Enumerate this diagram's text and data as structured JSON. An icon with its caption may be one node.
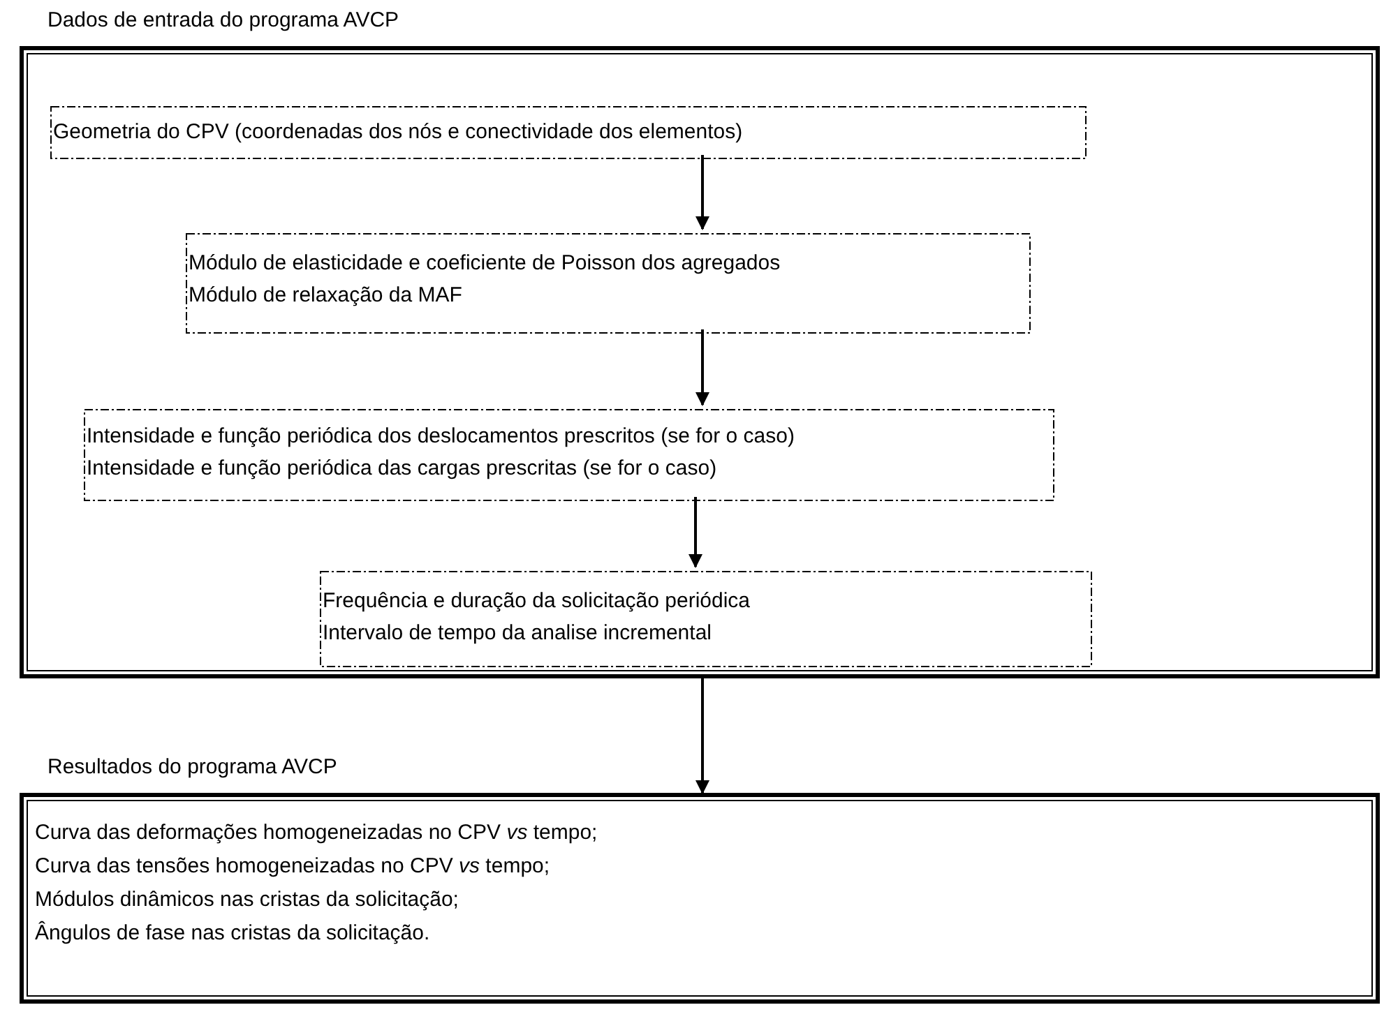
{
  "diagram": {
    "nodes": [
      {
        "text": [
          "Dados de entrada do programa AVCP"
        ]
      },
      {
        "text": [
          "Geometria do CPV (coordenadas dos nós e conectividade dos elementos)"
        ],
        "in": 0
      },
      {
        "text": [
          "Módulo de elasticidade e coeficiente de Poisson dos agregados",
          "Módulo de relaxação da MAF"
        ],
        "in": 0
      },
      {
        "text": [
          "Intensidade e função periódica dos deslocamentos prescritos (se for o caso)",
          "Intensidade e função periódica das cargas prescritas (se for o caso)"
        ],
        "in": 0
      },
      {
        "text": [
          "Frequência e duração da solicitação periódica",
          "Intervalo de tempo da analise incremental"
        ],
        "in": 0
      },
      {
        "text": [
          "Resultados do programa AVCP",
          "Curva das deformações homogeneizadas no CPV *vs* tempo;",
          "Curva das tensões homogeneizadas no CPV *vs* tempo;",
          "Módulos dinâmicos nas cristas da solicitação;",
          "Ângulos de fase nas cristas da solicitação."
        ]
      }
    ],
    "edges": [
      {
        "from": 1,
        "to": 2,
        "arrow": "to"
      },
      {
        "from": 2,
        "to": 3,
        "arrow": "to"
      },
      {
        "from": 3,
        "to": 4,
        "arrow": "to"
      },
      {
        "from": 0,
        "to": 5,
        "arrow": "to"
      }
    ]
  }
}
